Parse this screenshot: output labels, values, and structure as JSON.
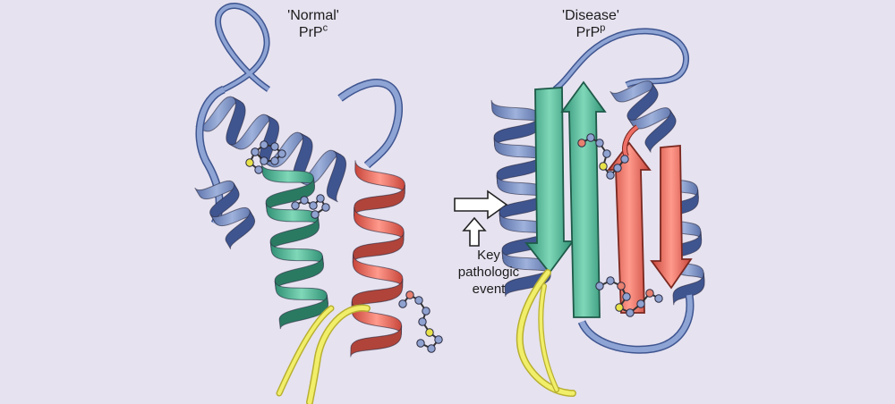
{
  "normal": {
    "title_line1": "'Normal'",
    "title_base": "PrP",
    "title_sup": "c"
  },
  "disease": {
    "title_line1": "'Disease'",
    "title_base": "PrP",
    "title_sup": "p"
  },
  "event": {
    "line1": "Key",
    "line2": "pathologic",
    "line3": "event"
  },
  "colors": {
    "background": "#e6e2f0",
    "helix_blue": "#7d95c7",
    "helix_blue_dark": "#3f5590",
    "helix_green": "#4fb999",
    "helix_red": "#ef6b5e",
    "sheet_green": "#5cc3a0",
    "sheet_red": "#ee6f66",
    "tail_yellow": "#f1ee6a",
    "atom_blue": "#8fa2d0",
    "atom_red": "#e8806f",
    "atom_yellow": "#e8e24a"
  }
}
